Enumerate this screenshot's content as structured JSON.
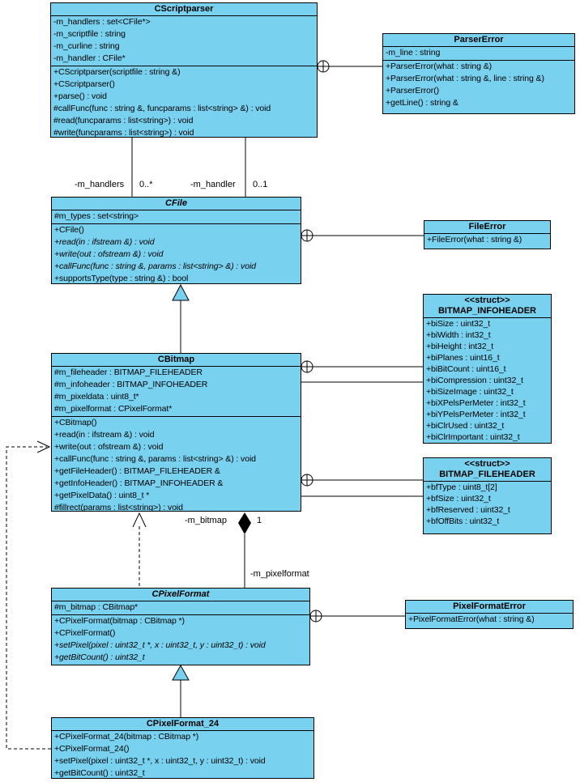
{
  "diagram": {
    "type": "uml-class-diagram",
    "background": "#ffffff",
    "node_fill": "#79d1f0",
    "line_color": "#000000"
  },
  "classes": [
    {
      "name": "CScriptparser",
      "abstract": false,
      "attributes": [
        {
          "t": "-m_handlers : set<CFile*>"
        },
        {
          "t": "-m_scriptfile : string"
        },
        {
          "t": "-m_curline : string"
        },
        {
          "t": "-m_handler : CFile*"
        }
      ],
      "methods": [
        {
          "t": "+CScriptparser(scriptfile : string &)"
        },
        {
          "t": "+CScriptparser()"
        },
        {
          "t": "+parse() : void"
        },
        {
          "t": "#callFunc(func : string &, funcparams : list<string> &) : void"
        },
        {
          "t": "#read(funcparams : list<string>) : void"
        },
        {
          "t": "#write(funcparams : list<string>) : void"
        }
      ]
    },
    {
      "name": "ParserError",
      "abstract": false,
      "attributes": [
        {
          "t": "-m_line : string"
        }
      ],
      "methods": [
        {
          "t": "+ParserError(what : string &)"
        },
        {
          "t": "+ParserError(what : string &, line : string &)"
        },
        {
          "t": "+ParserError()"
        },
        {
          "t": "+getLine() : string &"
        }
      ]
    },
    {
      "name": "CFile",
      "abstract": true,
      "attributes": [
        {
          "t": "#m_types : set<string>"
        }
      ],
      "methods": [
        {
          "t": "+CFile()"
        },
        {
          "t": "+read(in : ifstream &) : void",
          "i": true
        },
        {
          "t": "+write(out : ofstream &) : void",
          "i": true
        },
        {
          "t": "+callFunc(func : string &, params : list<string> &) : void",
          "i": true
        },
        {
          "t": "+supportsType(type : string &) : bool"
        }
      ]
    },
    {
      "name": "FileError",
      "abstract": false,
      "attributes": [],
      "methods": [
        {
          "t": "+FileError(what : string &)"
        }
      ]
    },
    {
      "name": "CBitmap",
      "abstract": false,
      "attributes": [
        {
          "t": "#m_fileheader : BITMAP_FILEHEADER"
        },
        {
          "t": "#m_infoheader : BITMAP_INFOHEADER"
        },
        {
          "t": "#m_pixeldata : uint8_t*"
        },
        {
          "t": "#m_pixelformat : CPixelFormat*"
        }
      ],
      "methods": [
        {
          "t": "+CBitmap()"
        },
        {
          "t": "+read(in : ifstream &) : void"
        },
        {
          "t": "+write(out : ofstream &) : void"
        },
        {
          "t": "+callFunc(func : string &, params : list<string> &) : void"
        },
        {
          "t": "+getFileHeader() : BITMAP_FILEHEADER &"
        },
        {
          "t": "+getInfoHeader() : BITMAP_INFOHEADER &"
        },
        {
          "t": "+getPixelData() : uint8_t *"
        },
        {
          "t": "#fillrect(params : list<string>) : void"
        }
      ]
    },
    {
      "name": "BITMAP_INFOHEADER",
      "stereotype": "<<struct>>",
      "abstract": false,
      "attributes": [
        {
          "t": "+biSize : uint32_t"
        },
        {
          "t": "+biWidth : int32_t"
        },
        {
          "t": "+biHeight : int32_t"
        },
        {
          "t": "+biPlanes : uint16_t"
        },
        {
          "t": "+biBitCount : uint16_t"
        },
        {
          "t": "+biCompression : uint32_t"
        },
        {
          "t": "+biSizeImage : uint32_t"
        },
        {
          "t": "+biXPelsPerMeter : int32_t"
        },
        {
          "t": "+biYPelsPerMeter : int32_t"
        },
        {
          "t": "+biClrUsed : uint32_t"
        },
        {
          "t": "+biClrImportant : uint32_t"
        }
      ],
      "methods": []
    },
    {
      "name": "BITMAP_FILEHEADER",
      "stereotype": "<<struct>>",
      "abstract": false,
      "attributes": [
        {
          "t": "+bfType : uint8_t[2]"
        },
        {
          "t": "+bfSize : uint32_t"
        },
        {
          "t": "+bfReserved : uint32_t"
        },
        {
          "t": "+bfOffBits : uint32_t"
        }
      ],
      "methods": []
    },
    {
      "name": "CPixelFormat",
      "abstract": true,
      "attributes": [
        {
          "t": "#m_bitmap : CBitmap*"
        }
      ],
      "methods": [
        {
          "t": "+CPixelFormat(bitmap : CBitmap *)"
        },
        {
          "t": "+CPixelFormat()"
        },
        {
          "t": "+setPixel(pixel : uint32_t *, x : uint32_t, y : uint32_t) : void",
          "i": true
        },
        {
          "t": "+getBitCount() : uint32_t",
          "i": true
        }
      ]
    },
    {
      "name": "PixelFormatError",
      "abstract": false,
      "attributes": [],
      "methods": [
        {
          "t": "+PixelFormatError(what : string &)"
        }
      ]
    },
    {
      "name": "CPixelFormat_24",
      "abstract": false,
      "attributes": [],
      "methods": [
        {
          "t": "+CPixelFormat_24(bitmap : CBitmap *)"
        },
        {
          "t": "+CPixelFormat_24()"
        },
        {
          "t": "+setPixel(pixel : uint32_t *, x : uint32_t, y : uint32_t) : void"
        },
        {
          "t": "+getBitCount() : uint32_t"
        }
      ]
    }
  ],
  "edges": [
    {
      "type": "association",
      "from": "CScriptparser",
      "to": "CFile",
      "role": "-m_handlers",
      "multiplicity": "0..*"
    },
    {
      "type": "association",
      "from": "CScriptparser",
      "to": "CFile",
      "role": "-m_handler",
      "multiplicity": "0..1"
    },
    {
      "type": "anchor",
      "from": "CScriptparser",
      "to": "ParserError"
    },
    {
      "type": "anchor",
      "from": "CFile",
      "to": "FileError"
    },
    {
      "type": "generalization",
      "from": "CBitmap",
      "to": "CFile"
    },
    {
      "type": "anchor",
      "from": "CBitmap",
      "to": "BITMAP_INFOHEADER"
    },
    {
      "type": "association",
      "from": "CBitmap",
      "to": "BITMAP_INFOHEADER"
    },
    {
      "type": "anchor",
      "from": "CBitmap",
      "to": "BITMAP_FILEHEADER"
    },
    {
      "type": "association",
      "from": "CBitmap",
      "to": "BITMAP_FILEHEADER"
    },
    {
      "type": "composition",
      "from": "CBitmap",
      "to": "CPixelFormat",
      "role_a": "-m_bitmap",
      "multiplicity": "1",
      "role_b": "-m_pixelformat"
    },
    {
      "type": "dependency",
      "from": "CPixelFormat",
      "to": "CBitmap"
    },
    {
      "type": "anchor",
      "from": "CPixelFormat",
      "to": "PixelFormatError"
    },
    {
      "type": "generalization",
      "from": "CPixelFormat_24",
      "to": "CPixelFormat"
    },
    {
      "type": "dependency",
      "from": "CPixelFormat_24",
      "to": "CBitmap"
    }
  ],
  "edge_labels": [
    {
      "text": "-m_handlers"
    },
    {
      "text": "0..*"
    },
    {
      "text": "-m_handler"
    },
    {
      "text": "0..1"
    },
    {
      "text": "-m_bitmap"
    },
    {
      "text": "1"
    },
    {
      "text": "-m_pixelformat"
    }
  ]
}
